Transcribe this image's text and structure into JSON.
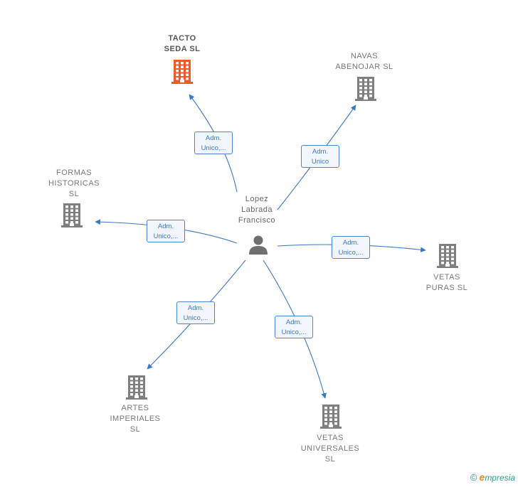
{
  "colors": {
    "edge": "#3a78c8",
    "building_default": "#7f7f7f",
    "building_highlight": "#f05a28",
    "person": "#6f6f6f"
  },
  "person": {
    "id": "person",
    "label": "Lopez\nLabrada\nFrancisco",
    "icon": "person-icon"
  },
  "companies": [
    {
      "id": "tacto",
      "label": "TACTO\nSEDA  SL",
      "highlight": true,
      "icon": "building-icon"
    },
    {
      "id": "navas",
      "label": "NAVAS\nABENOJAR SL",
      "highlight": false,
      "icon": "building-icon"
    },
    {
      "id": "formas",
      "label": "FORMAS\nHISTORICAS\nSL",
      "highlight": false,
      "icon": "building-icon"
    },
    {
      "id": "vetas_puras",
      "label": "VETAS\nPURAS  SL",
      "highlight": false,
      "icon": "building-icon"
    },
    {
      "id": "artes",
      "label": "ARTES\nIMPERIALES\nSL",
      "highlight": false,
      "icon": "building-icon"
    },
    {
      "id": "vetas_univ",
      "label": "VETAS\nUNIVERSALES\nSL",
      "highlight": false,
      "icon": "building-icon"
    }
  ],
  "edges": [
    {
      "to": "tacto",
      "label": "Adm.\nUnico,..."
    },
    {
      "to": "navas",
      "label": "Adm.\nUnico"
    },
    {
      "to": "formas",
      "label": "Adm.\nUnico,..."
    },
    {
      "to": "vetas_puras",
      "label": "Adm.\nUnico,..."
    },
    {
      "to": "artes",
      "label": "Adm.\nUnico,..."
    },
    {
      "to": "vetas_univ",
      "label": "Adm.\nUnico,..."
    }
  ],
  "branding": {
    "copyright": "©",
    "e": "e",
    "rest": "mpresia"
  }
}
